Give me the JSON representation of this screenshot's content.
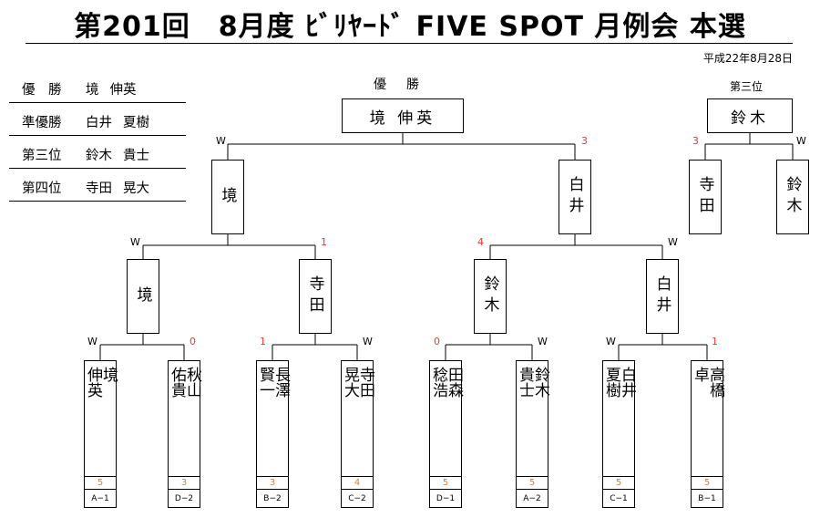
{
  "title": "第201回　8月度 ﾋﾞﾘﾔｰﾄﾞ FIVE SPOT 月例会 本選",
  "date": "平成22年8月28日",
  "results": [
    {
      "rank": "優　勝",
      "name": [
        "境",
        "伸英"
      ]
    },
    {
      "rank": "準優勝",
      "name": [
        "白井",
        "夏樹"
      ]
    },
    {
      "rank": "第三位",
      "name": [
        "鈴木",
        "貴士"
      ]
    },
    {
      "rank": "第四位",
      "name": [
        "寺田",
        "晃大"
      ]
    }
  ],
  "final": {
    "label": "優　勝",
    "winner": "境 伸英"
  },
  "third": {
    "label": "第三位",
    "winner": "鈴木"
  },
  "semis": {
    "left": {
      "name": "境",
      "score_left": "W",
      "score_right": "3"
    },
    "right": {
      "name": "白井"
    }
  },
  "third_match": {
    "left": "寺田",
    "right": "鈴木",
    "score_left": "3",
    "score_right": "W"
  },
  "quarters": [
    {
      "name": "境"
    },
    {
      "name": "寺田"
    },
    {
      "name": "鈴木"
    },
    {
      "name": "白井"
    }
  ],
  "qf_scores": [
    {
      "left": "W",
      "right": "1"
    },
    {
      "left": "4",
      "right": "W"
    }
  ],
  "r1_scores": [
    {
      "left": "W",
      "right": "0"
    },
    {
      "left": "1",
      "right": "W"
    },
    {
      "left": "0",
      "right": "W"
    },
    {
      "left": "W",
      "right": "1"
    }
  ],
  "players": [
    {
      "family": "境",
      "given": "伸英",
      "score": "5",
      "seed": "A−1"
    },
    {
      "family": "秋山",
      "given": "佑貴",
      "score": "3",
      "seed": "D−2"
    },
    {
      "family": "長澤",
      "given": "賢一",
      "score": "3",
      "seed": "B−2"
    },
    {
      "family": "寺田",
      "given": "晃大",
      "score": "4",
      "seed": "C−2"
    },
    {
      "family": "田森",
      "given": "稔浩",
      "score": "5",
      "seed": "D−1"
    },
    {
      "family": "鈴木",
      "given": "貴士",
      "score": "5",
      "seed": "A−2"
    },
    {
      "family": "白井",
      "given": "夏樹",
      "score": "5",
      "seed": "C−1"
    },
    {
      "family": "高橋",
      "given": "卓",
      "score": "5",
      "seed": "B−1"
    }
  ]
}
